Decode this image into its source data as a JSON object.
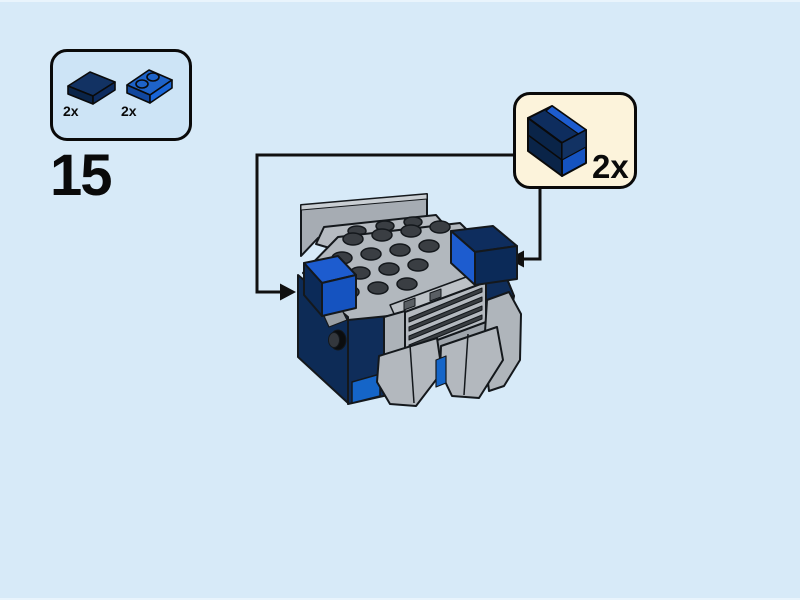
{
  "page": {
    "background_color": "#D7EAF8"
  },
  "step": {
    "number": "15"
  },
  "parts_panel": {
    "background_color": "#CDE4F6",
    "parts": [
      {
        "name": "dark-blue-tile-1x2",
        "color": "#123263",
        "quantity": "2x"
      },
      {
        "name": "blue-plate-1x2",
        "color": "#1E63C8",
        "quantity": "2x"
      }
    ]
  },
  "callout": {
    "background_color": "#FCF3DB",
    "quantity": "2x",
    "part": {
      "name": "dark-blue-tile-stacked-on-blue-plate",
      "colors": [
        "#123263",
        "#1553C0"
      ]
    }
  },
  "model": {
    "name": "brickheadz-body-assembly",
    "colors": {
      "light_gray": "#B2B8BE",
      "mid_gray": "#9FA5AC",
      "stud_gray": "#3A3E43",
      "dark_blue": "#0D2B56",
      "bright_blue": "#1565C8",
      "accent_blue": "#1D5CCF"
    }
  }
}
